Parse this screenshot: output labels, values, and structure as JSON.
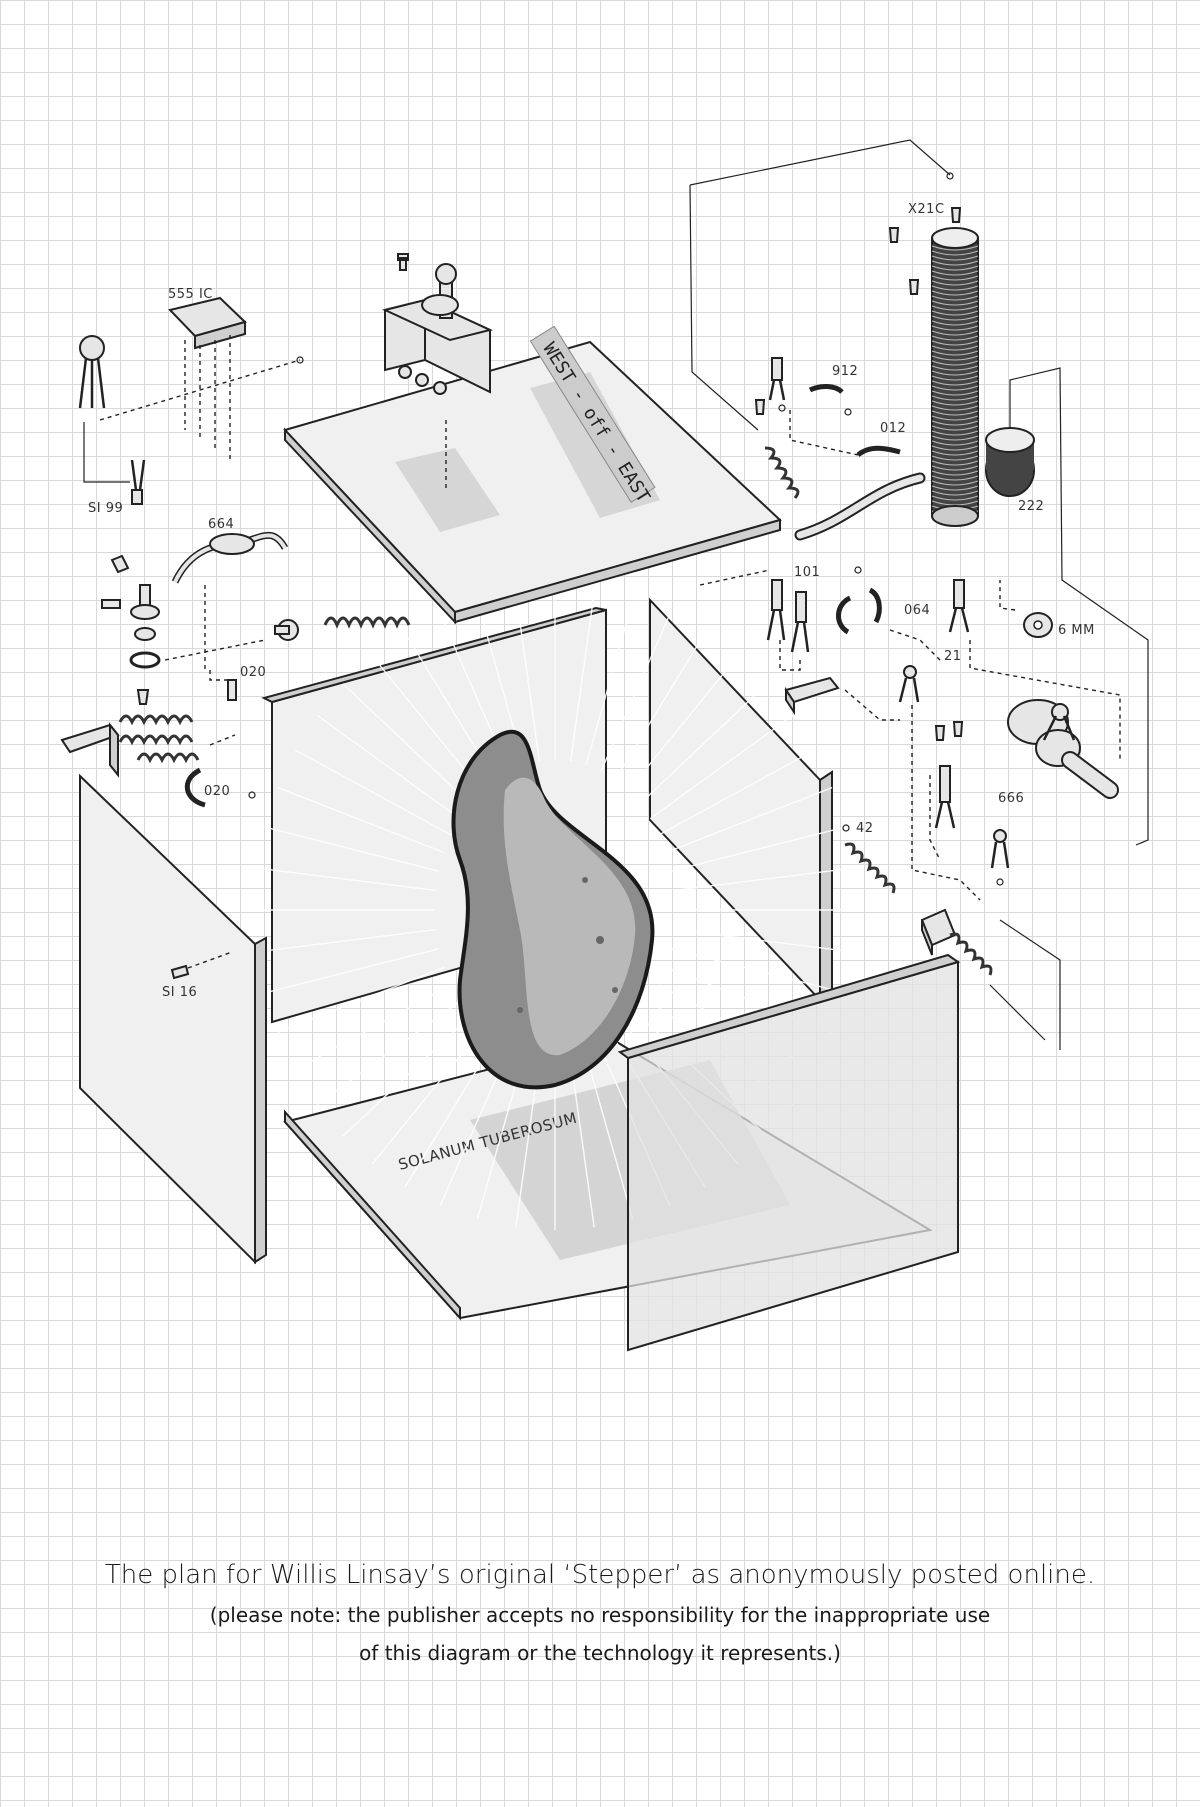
{
  "diagram": {
    "box_label": "SOLANUM TUBEROSUM",
    "strip_label": "WEST - off - EAST",
    "part_labels": {
      "ic": "555 IC",
      "x21c": "X21C",
      "si99": "SI 99",
      "r664": "664",
      "r912": "912",
      "r012": "012",
      "r222": "222",
      "r101": "101",
      "r064": "064",
      "r21": "21",
      "mm6": "6 MM",
      "r020a": "020",
      "r020b": "020",
      "r666": "666",
      "r42": "42",
      "si16": "SI 16"
    }
  },
  "caption": {
    "main": "The plan for Willis Linsay’s original ‘Stepper’ as anonymously posted online.",
    "note_line1": "(please note: the publisher accepts no responsibility for the inappropriate use",
    "note_line2": "of this diagram or the technology it represents.)"
  }
}
